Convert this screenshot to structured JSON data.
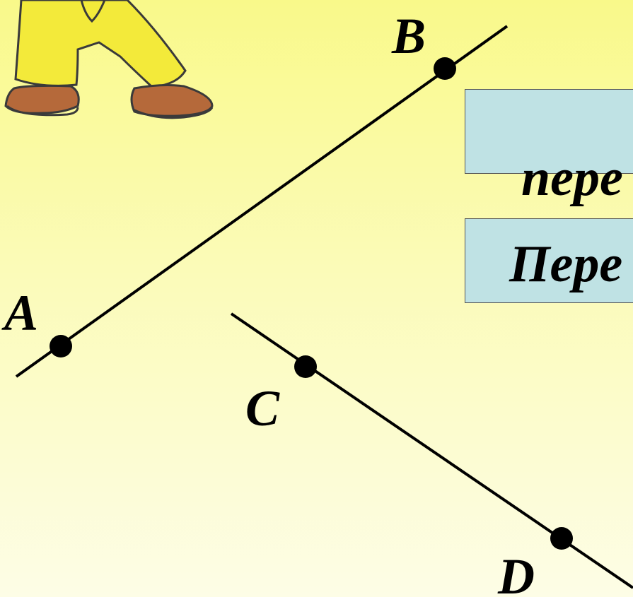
{
  "points": [
    {
      "id": "A",
      "label": "A"
    },
    {
      "id": "B",
      "label": "B"
    },
    {
      "id": "C",
      "label": "C"
    },
    {
      "id": "D",
      "label": "D"
    }
  ],
  "lines": [
    {
      "id": "AB",
      "through": [
        "A",
        "B"
      ]
    },
    {
      "id": "CD",
      "through": [
        "C",
        "D"
      ]
    }
  ],
  "boxes": {
    "top_fragment": "пере",
    "bottom_fragment": "Пере"
  }
}
